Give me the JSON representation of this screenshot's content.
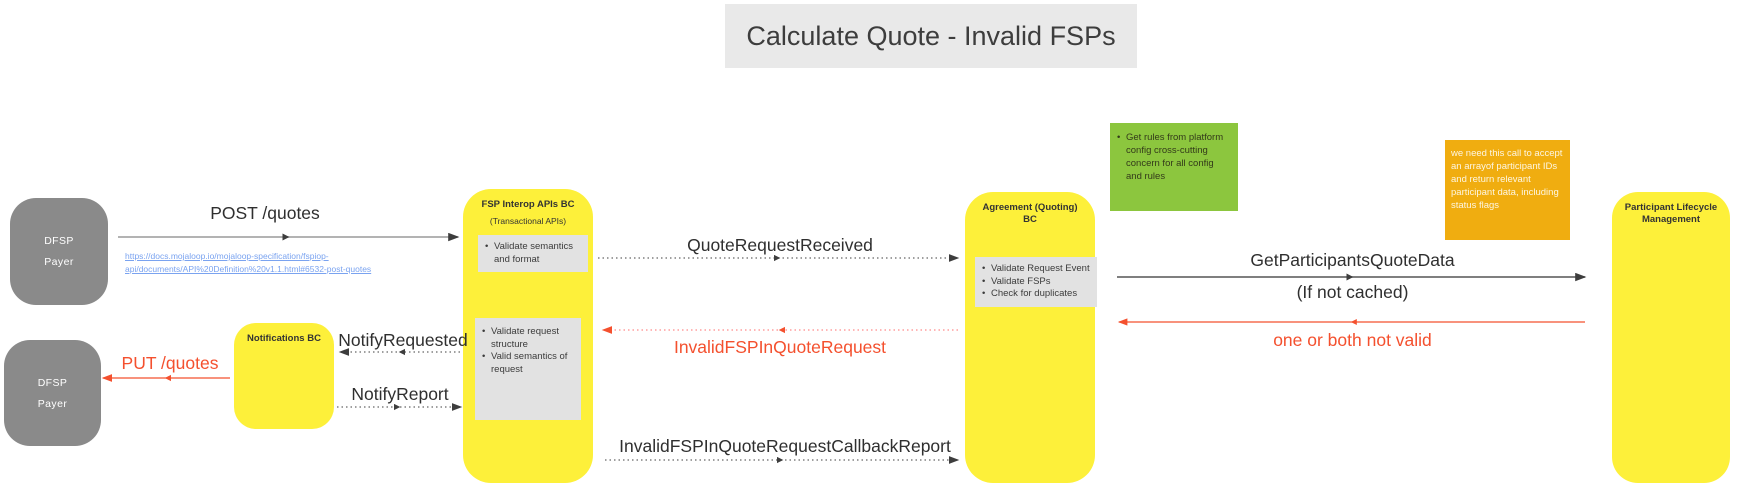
{
  "title": "Calculate Quote - Invalid FSPs",
  "actors": {
    "dfsp_payer_top": {
      "line1": "DFSP",
      "line2": "Payer"
    },
    "dfsp_payer_bottom": {
      "line1": "DFSP",
      "line2": "Payer"
    },
    "notifications_bc": {
      "label": "Notifications BC"
    },
    "fsp_interop": {
      "label": "FSP Interop APIs BC",
      "sublabel": "(Transactional APIs)",
      "note1": [
        "Validate semantics and format"
      ],
      "note2": [
        "Validate request structure",
        "Valid semantics of request"
      ]
    },
    "agreement_bc": {
      "label": "Agreement (Quoting) BC",
      "note": [
        "Validate Request Event",
        "Validate FSPs",
        "Check for duplicates"
      ]
    },
    "participant_lifecycle": {
      "label": "Participant Lifecycle Management"
    }
  },
  "annotations": {
    "green_note": {
      "items": [
        "Get rules from platform config cross-cutting concern for all config and rules"
      ]
    },
    "orange_note": {
      "text": "we need this call to accept an arrayof participant IDs and return relevant participant data, including status flags"
    }
  },
  "messages": {
    "post_quotes": "POST /quotes",
    "doc_link_line1": "https://docs.mojaloop.io/mojaloop-specification/fspiop-",
    "doc_link_line2": "api/documents/API%20Definition%20v1.1.html#6532-post-quotes",
    "quote_request_received": "QuoteRequestReceived",
    "get_participants_quote_data": "GetParticipantsQuoteData",
    "if_not_cached": "(If not cached)",
    "one_or_both_not_valid": "one or both not valid",
    "invalid_fsp_in_quote_request": "InvalidFSPInQuoteRequest",
    "notify_requested": "NotifyRequested",
    "notify_report": "NotifyReport",
    "put_quotes": "PUT /quotes",
    "invalid_fsp_callback_report": "InvalidFSPInQuoteRequestCallbackReport"
  },
  "colors": {
    "yellow_bc": "#fdf03a",
    "gray_actor": "#8a8a8a",
    "gray_note": "#e2e2e2",
    "title_bg": "#e9e9e9",
    "green_note_bg": "#8cc63e",
    "orange_note_bg": "#f0ad10",
    "error_red": "#f4502e",
    "link_blue": "#7aa3f0"
  }
}
